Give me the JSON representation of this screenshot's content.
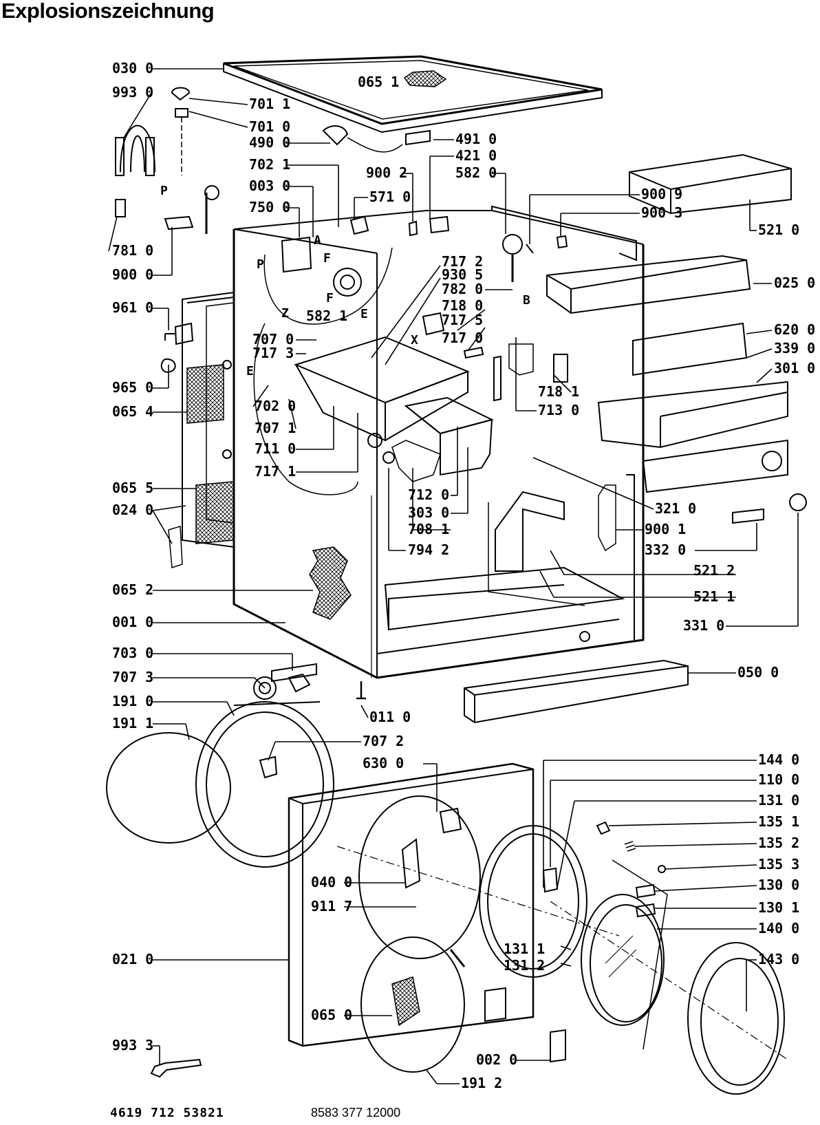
{
  "title": "Explosionszeichnung",
  "footer": {
    "left_code": "4619 712 53821",
    "right_code": "8583 377 12000"
  },
  "labels": {
    "l0300": "030 0",
    "l0651": "065 1",
    "l9930": "993 0",
    "l7011": "701 1",
    "l7010": "701 0",
    "l4900": "490 0",
    "l4910": "491 0",
    "l4210": "421 0",
    "l5820": "582 0",
    "l7021": "702 1",
    "l9002": "900 2",
    "l5710": "571 0",
    "l0030": "003 0",
    "l7500": "750 0",
    "l9009": "900 9",
    "l9003": "900 3",
    "l5210": "521 0",
    "l7810": "781 0",
    "l9000": "900 0",
    "l7172": "717 2",
    "l9305": "930 5",
    "l7820": "782 0",
    "l0250": "025 0",
    "l9610": "961 0",
    "l5821": "582 1",
    "l7180": "718 0",
    "l7175": "717 5",
    "l7170": "717 0",
    "l6200": "620 0",
    "l7070": "707 0",
    "l7173": "717 3",
    "l3390": "339 0",
    "l3010": "301 0",
    "l9650": "965 0",
    "l0654": "065 4",
    "l7020": "702 0",
    "l7181": "718 1",
    "l7130": "713 0",
    "l7071": "707 1",
    "l7110": "711 0",
    "l7171": "717 1",
    "l0655": "065 5",
    "l0240": "024 0",
    "l7120": "712 0",
    "l3030": "303 0",
    "l3210": "321 0",
    "l7081": "708 1",
    "l9001": "900 1",
    "l7942": "794 2",
    "l3320": "332 0",
    "l5212": "521 2",
    "l0652": "065 2",
    "l5211": "521 1",
    "l0010": "001 0",
    "l3310": "331 0",
    "l7030": "703 0",
    "l7073": "707 3",
    "l0500": "050 0",
    "l1910": "191 0",
    "l0110": "011 0",
    "l1911": "191 1",
    "l7072": "707 2",
    "l6300": "630 0",
    "l1440": "144 0",
    "l1100": "110 0",
    "l1310": "131 0",
    "l1351": "135 1",
    "l1352": "135 2",
    "l1353": "135 3",
    "l0400": "040 0",
    "l1300": "130 0",
    "l9117": "911 7",
    "l1301": "130 1",
    "l1311": "131 1",
    "l1400": "140 0",
    "l1312": "131 2",
    "l0210": "021 0",
    "l1430": "143 0",
    "l0650": "065 0",
    "l9933": "993 3",
    "l0020": "002 0",
    "l1912": "191 2"
  },
  "letters": {
    "p1": "P",
    "p2": "P",
    "a": "A",
    "f1": "F",
    "f2": "F",
    "z": "Z",
    "e1": "E",
    "e2": "E",
    "b": "B",
    "x": "X"
  }
}
